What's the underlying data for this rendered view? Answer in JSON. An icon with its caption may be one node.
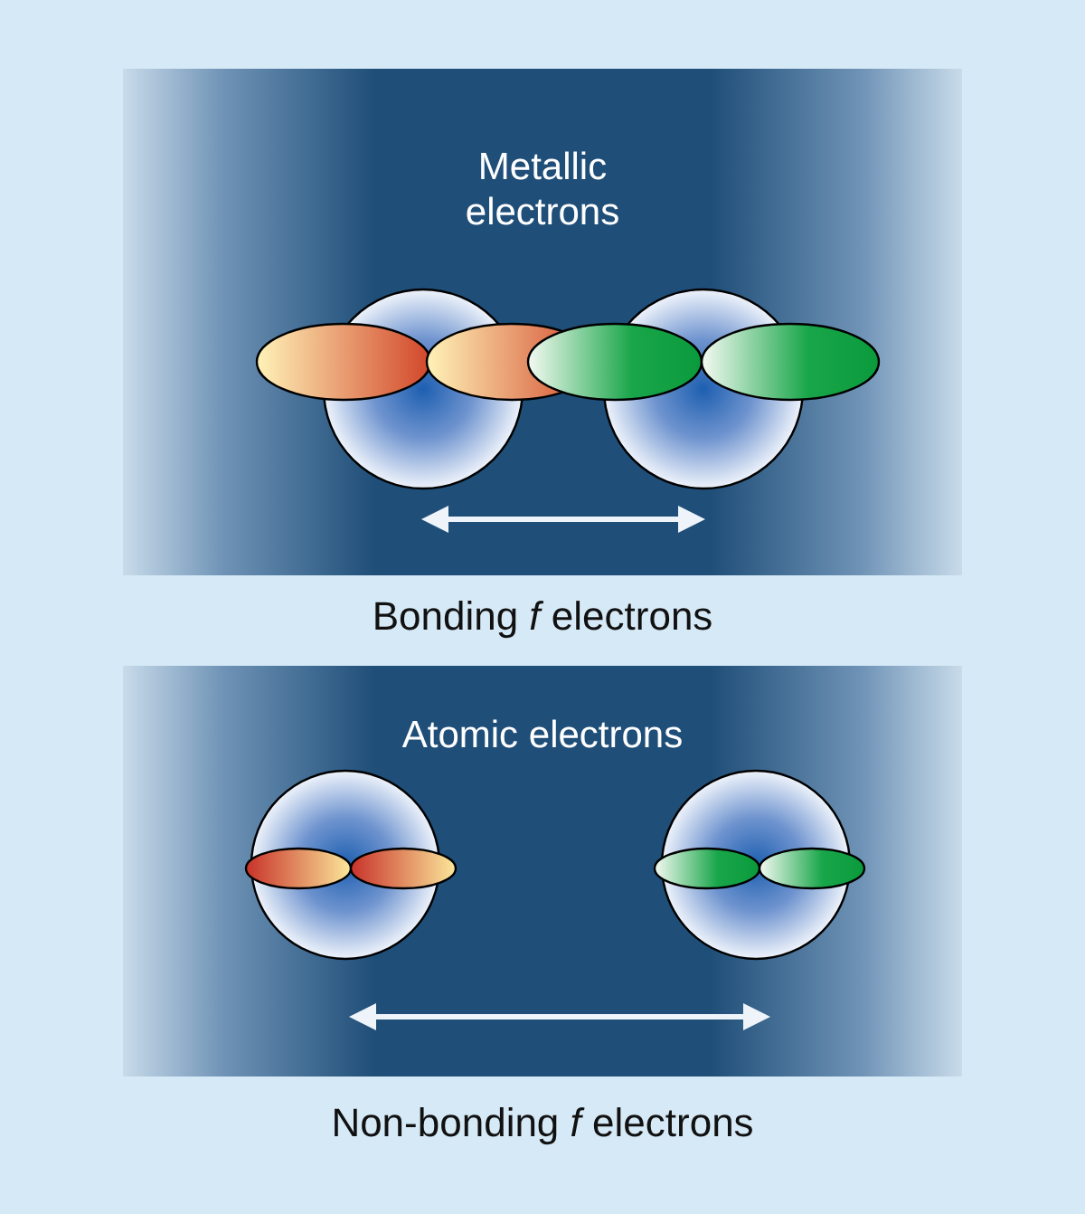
{
  "diagram": {
    "labels": [
      "Metallic electrons",
      "Bonding *f* electrons",
      "Atomic electrons",
      "Non-bonding *f* electrons"
    ]
  }
}
